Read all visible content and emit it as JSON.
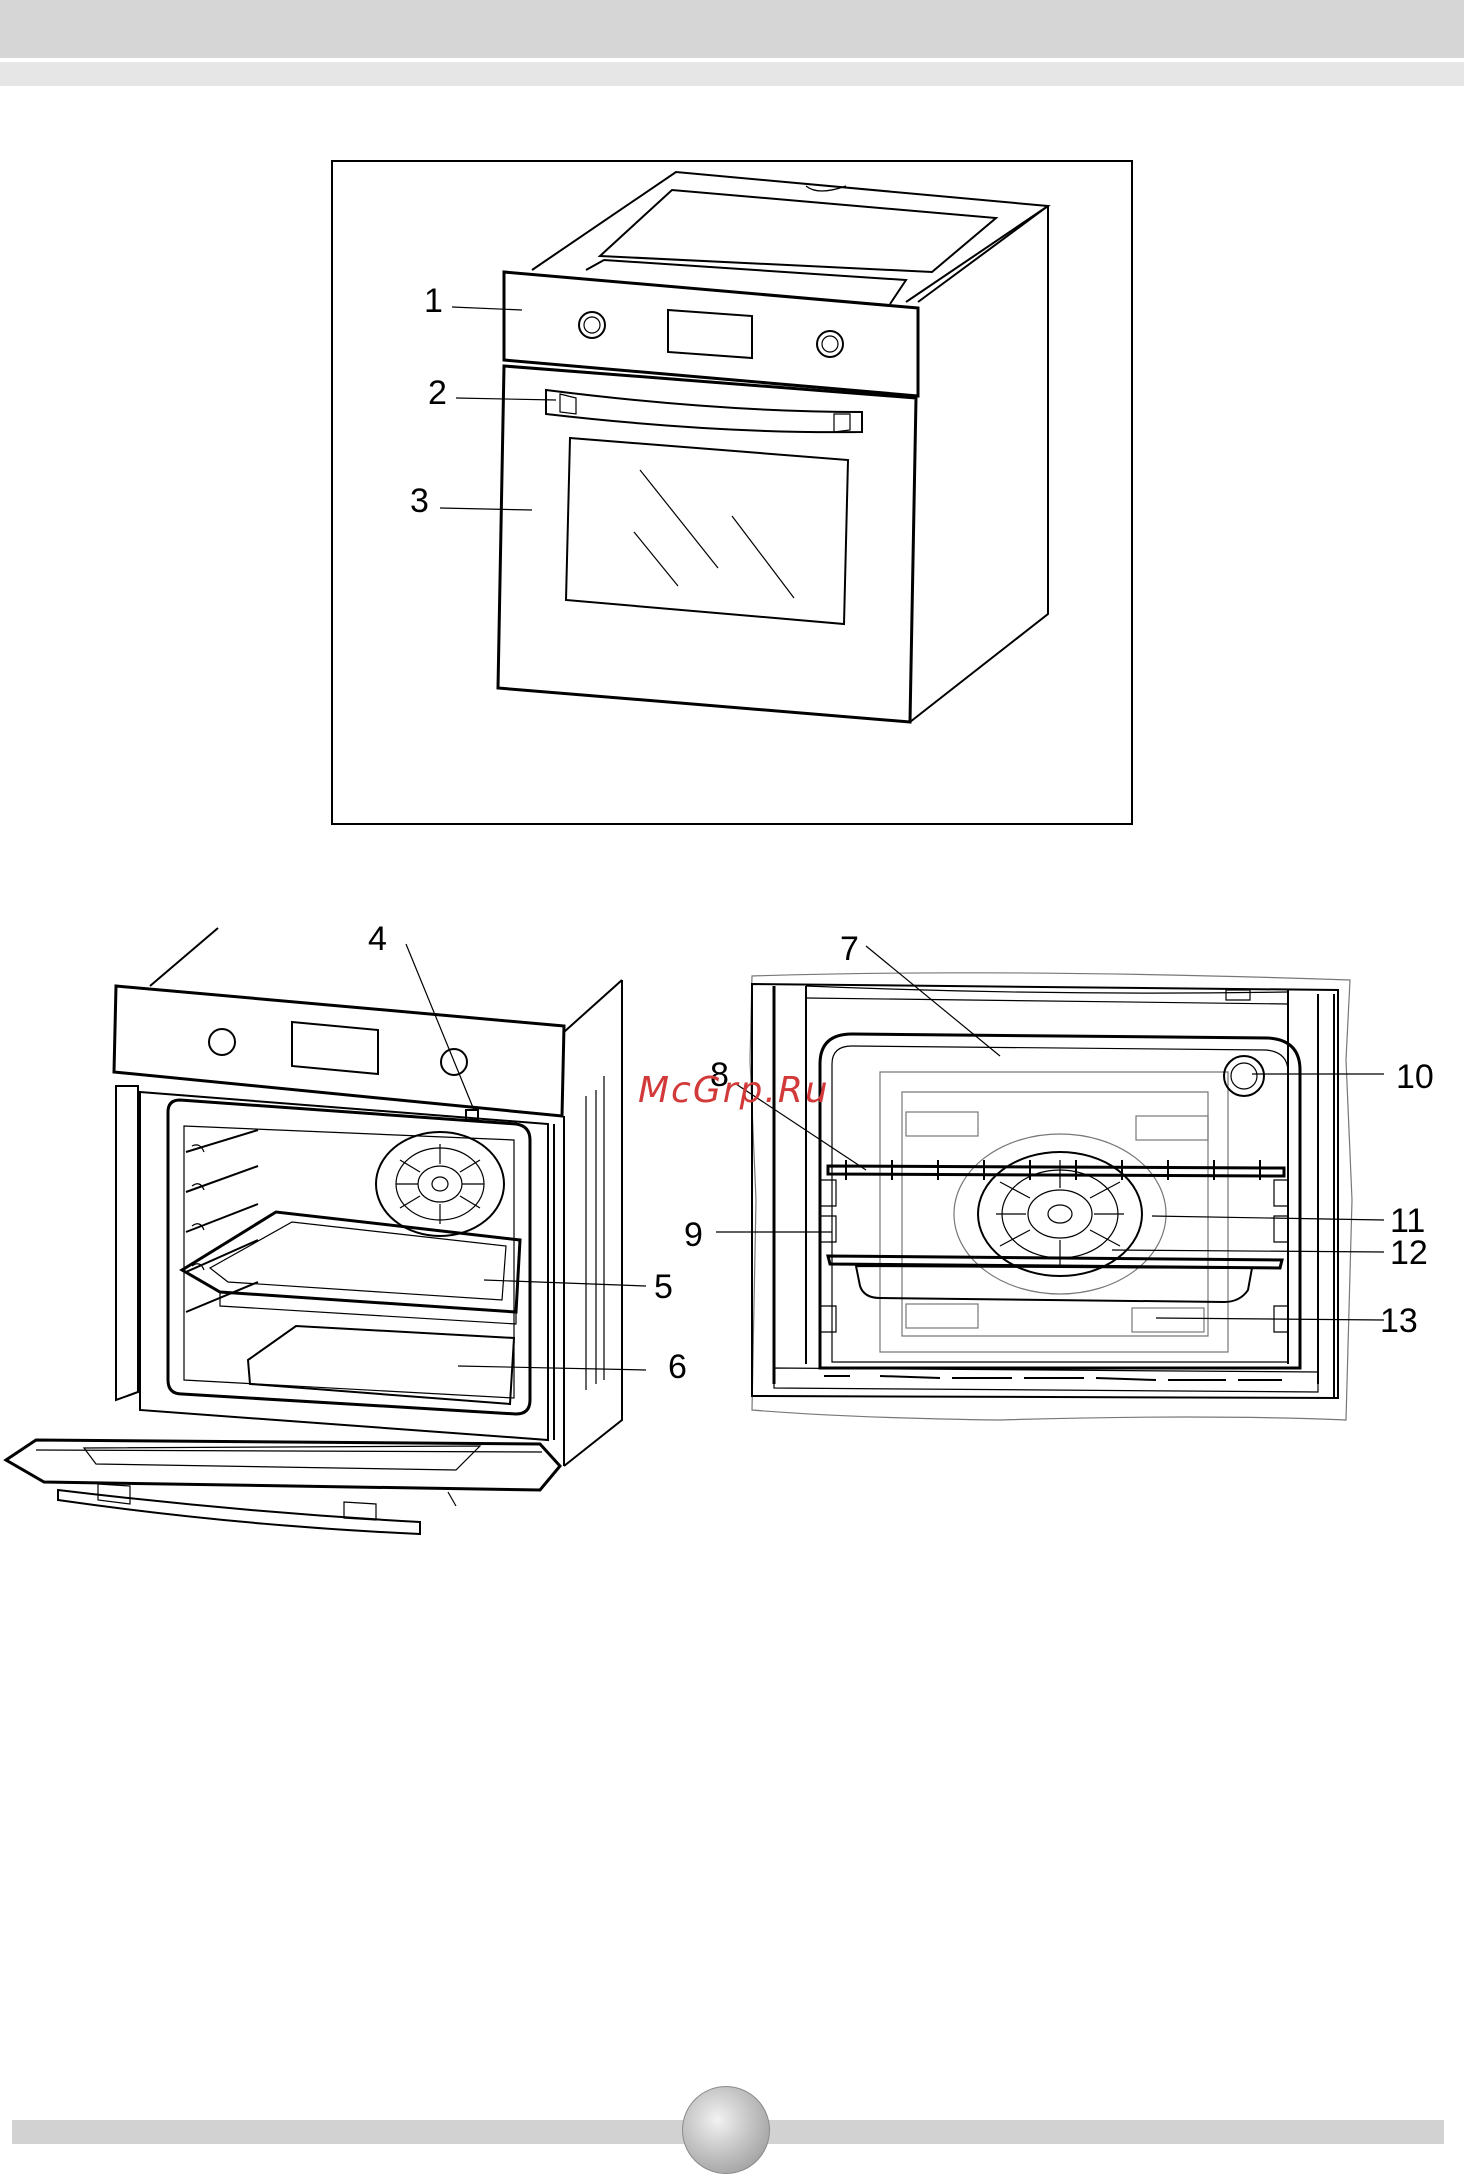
{
  "watermark": "McGrp.Ru",
  "figure1": {
    "callouts": [
      {
        "id": "c1",
        "label": "1"
      },
      {
        "id": "c2",
        "label": "2"
      },
      {
        "id": "c3",
        "label": "3"
      }
    ]
  },
  "figure2": {
    "callouts": [
      {
        "id": "c4",
        "label": "4"
      },
      {
        "id": "c5",
        "label": "5"
      },
      {
        "id": "c6",
        "label": "6"
      }
    ]
  },
  "figure3": {
    "callouts": [
      {
        "id": "c7",
        "label": "7"
      },
      {
        "id": "c8",
        "label": "8"
      },
      {
        "id": "c9",
        "label": "9"
      },
      {
        "id": "c10",
        "label": "10"
      },
      {
        "id": "c11",
        "label": "11"
      },
      {
        "id": "c12",
        "label": "12"
      },
      {
        "id": "c13",
        "label": "13"
      }
    ]
  }
}
